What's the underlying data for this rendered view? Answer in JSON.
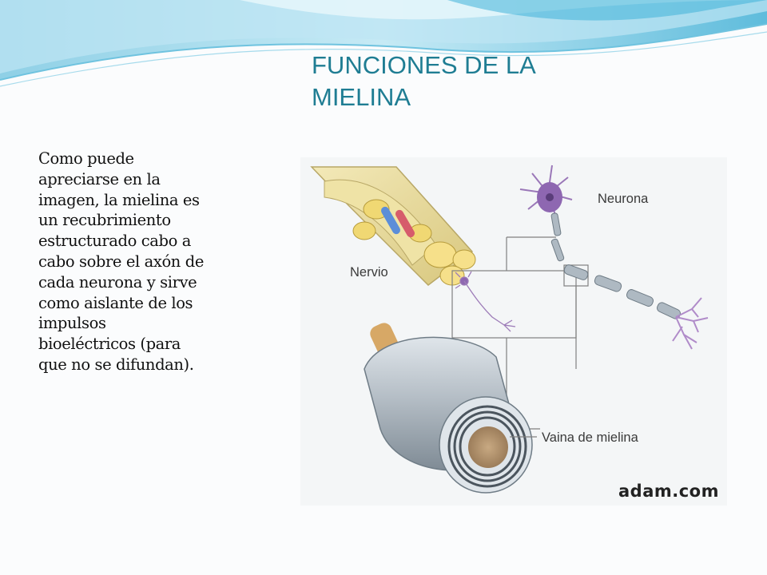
{
  "slide": {
    "title_lines": [
      "FUNCIONES DE LA",
      "MIELINA"
    ],
    "body_lines": [
      "Como puede",
      "apreciarse en la",
      "imagen, la mielina es",
      "un recubrimiento",
      "estructurado cabo a",
      "cabo sobre el axón de",
      "cada neurona y sirve",
      "como aislante de los",
      "impulsos",
      "bioeléctricos (para",
      "que no se difundan)."
    ],
    "title_color": "#1f7d93"
  },
  "figure": {
    "labels": {
      "neurona": "Neurona",
      "nervio": "Nervio",
      "vaina": "Vaina de mielina"
    },
    "credit": "adam.com"
  }
}
